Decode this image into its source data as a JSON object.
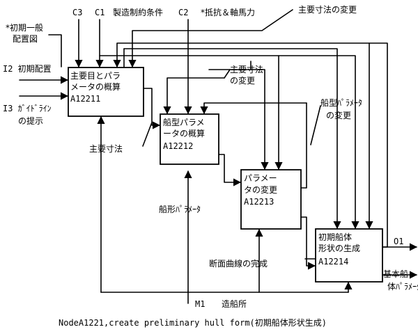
{
  "controls": {
    "initial_layout_note": [
      "*初期一般",
      "配置図"
    ],
    "c3": "C3",
    "c1": "C1",
    "c1_text": "製造制約条件",
    "c2": "C2",
    "c2_text": "*抵抗＆軸馬力",
    "main_dim_change_top": "主要寸法の変更"
  },
  "inputs": {
    "i2": "I2 初期配置",
    "i3": [
      "I3 ｶﾞｲﾄﾞﾗｲﾝ",
      "の提示"
    ]
  },
  "boxes": [
    {
      "lines": [
        "主要目とパラ",
        "メータの概算"
      ],
      "code": "A12211"
    },
    {
      "lines": [
        "船型パラメ",
        "ータの概算"
      ],
      "code": "A12212"
    },
    {
      "lines": [
        "パラメー",
        "タの変更"
      ],
      "code": "A12213"
    },
    {
      "lines": [
        "初期船体",
        "形状の生成"
      ],
      "code": "A12214"
    }
  ],
  "arrow_labels": {
    "main_dims": "主要寸法",
    "main_dim_change": [
      "主要寸法",
      "の変更"
    ],
    "hull_param_change": [
      "船型ﾊﾟﾗﾒｰﾀ",
      "の変更"
    ],
    "hull_form_params": "船形ﾊﾟﾗﾒｰﾀ",
    "section_curve_done": "断面曲線の完成"
  },
  "outputs": {
    "o1": "O1",
    "basic_params": [
      "基本船",
      "体ﾊﾟﾗﾒｰﾀ"
    ]
  },
  "mechanism": {
    "m1": "M1",
    "m1_text": "造船所"
  },
  "caption": "NodeA1221,create preliminary hull form(初期船体形状生成)"
}
